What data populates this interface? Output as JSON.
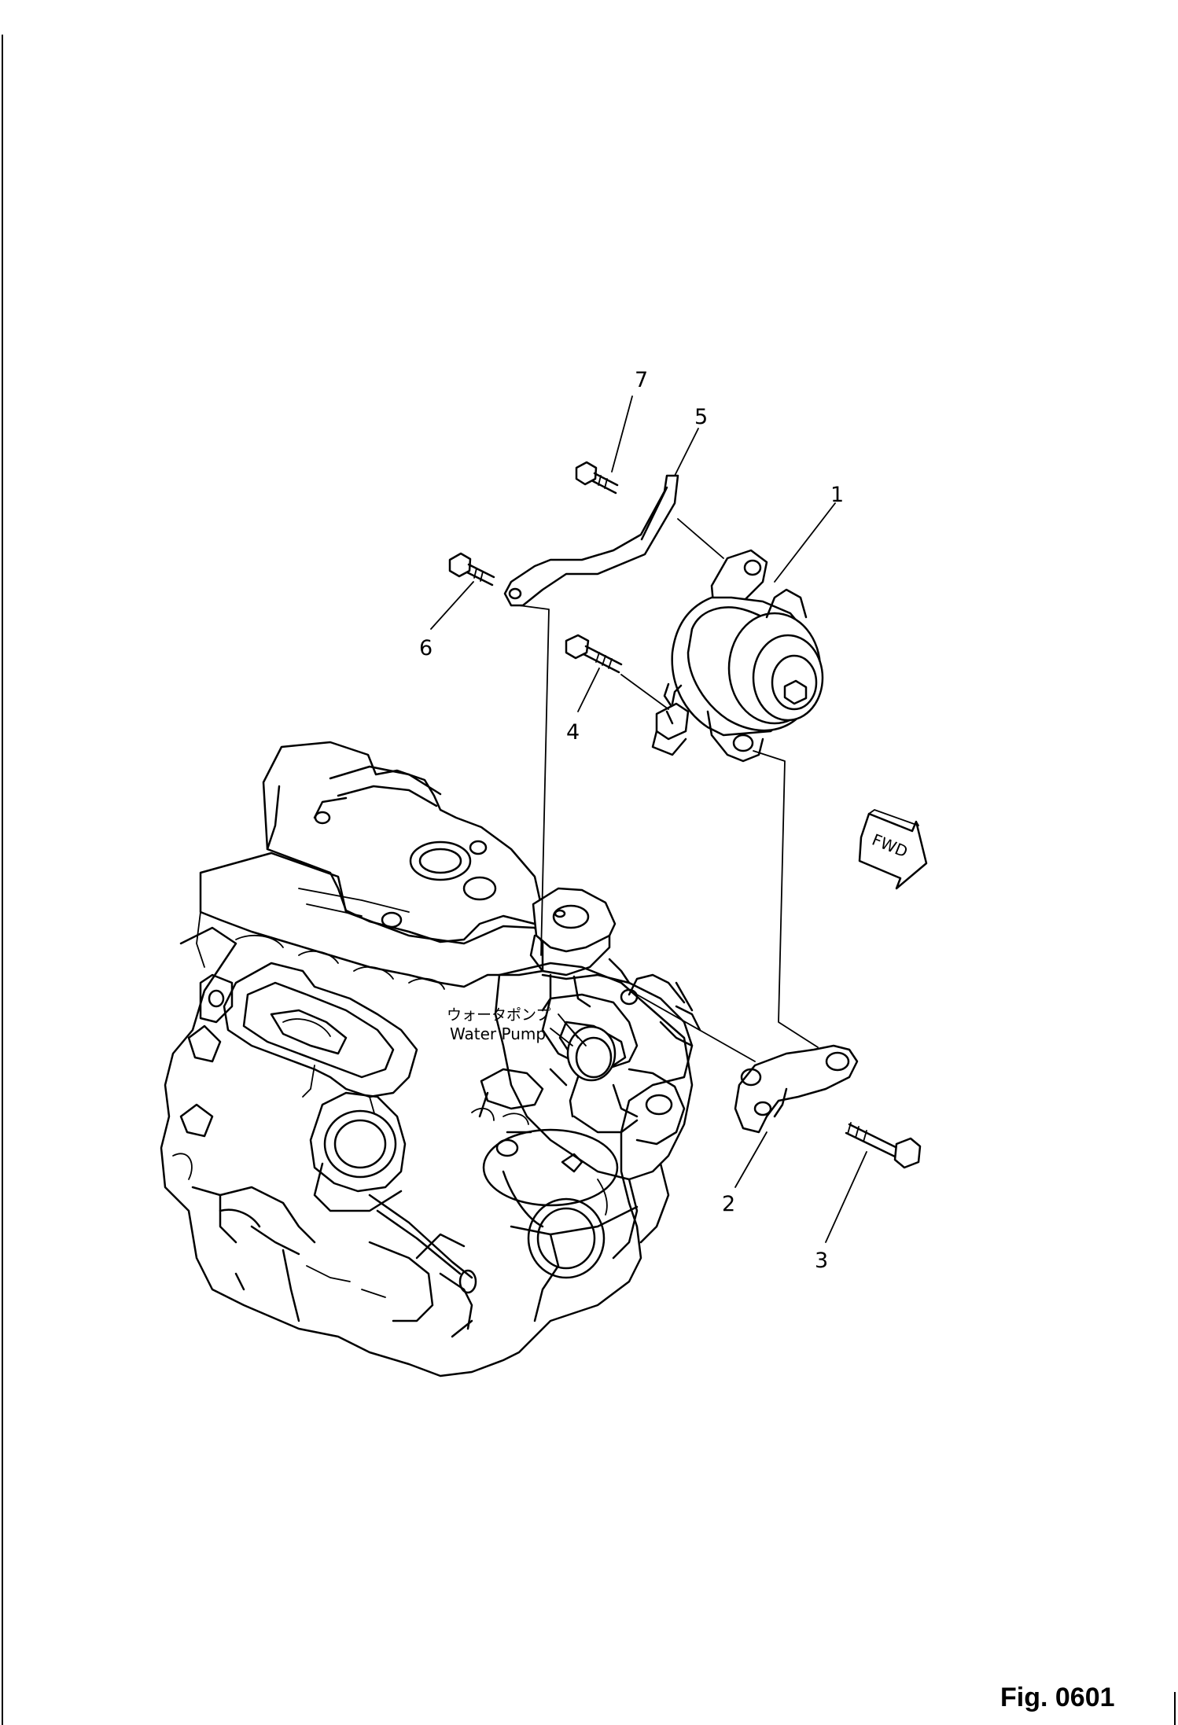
{
  "figure": {
    "label": "Fig. 0601"
  },
  "callouts": [
    "1",
    "2",
    "3",
    "4",
    "5",
    "6",
    "7"
  ],
  "annotations": {
    "water_pump_jp": "ウォータポンプ",
    "water_pump_en": "Water  Pump"
  },
  "direction_arrow": {
    "text": "FWD"
  }
}
